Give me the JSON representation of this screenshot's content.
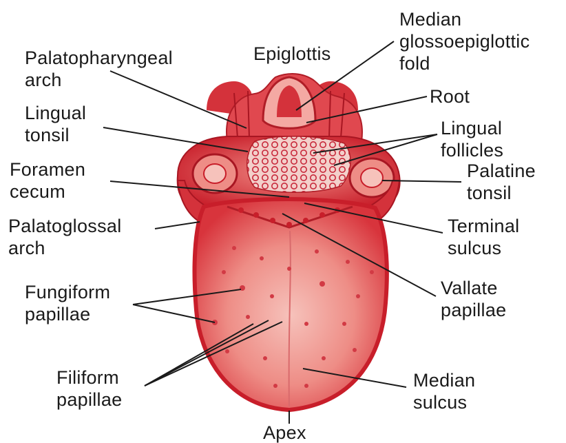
{
  "labels": {
    "palatopharyngeal_arch": [
      "Palatopharyngeal",
      "arch"
    ],
    "epiglottis": [
      "Epiglottis"
    ],
    "median_glossoepiglottic_fold": [
      "Median",
      "glossoepiglottic",
      "fold"
    ],
    "root": [
      "Root"
    ],
    "lingual_tonsil": [
      "Lingual",
      "tonsil"
    ],
    "lingual_follicles": [
      "Lingual",
      "follicles"
    ],
    "foramen_cecum": [
      "Foramen",
      "cecum"
    ],
    "palatine_tonsil": [
      "Palatine",
      "tonsil"
    ],
    "palatoglossal_arch": [
      "Palatoglossal",
      "arch"
    ],
    "terminal_sulcus": [
      "Terminal",
      "sulcus"
    ],
    "fungiform_papillae": [
      "Fungiform",
      "papillae"
    ],
    "vallate_papillae": [
      "Vallate",
      "papillae"
    ],
    "filiform_papillae": [
      "Filiform",
      "papillae"
    ],
    "median_sulcus": [
      "Median",
      "sulcus"
    ],
    "apex": [
      "Apex"
    ]
  },
  "colors": {
    "tissue_dark": "#c81e2a",
    "tissue_mid": "#e0484f",
    "tissue_light": "#f4a9a3",
    "leader_line": "#1a1a1a"
  }
}
